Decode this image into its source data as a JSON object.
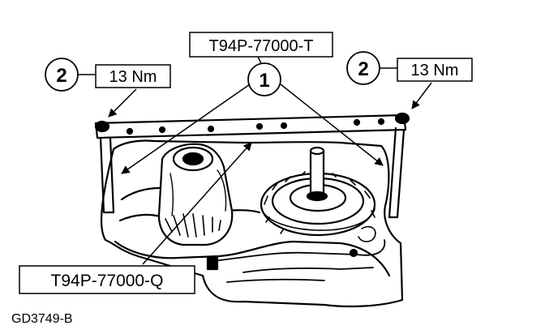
{
  "callouts": {
    "tool_top": "T94P-77000-T",
    "tool_bottom": "T94P-77000-Q",
    "ref_1": "1",
    "ref_2_left": "2",
    "ref_2_right": "2",
    "torque_left": "13 Nm",
    "torque_right": "13 Nm"
  },
  "figure_id": "GD3749-B",
  "colors": {
    "ink": "#000000",
    "paper": "#ffffff"
  }
}
